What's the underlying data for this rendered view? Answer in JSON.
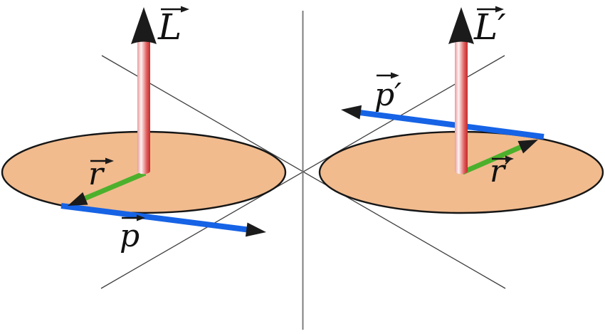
{
  "diagram": {
    "left": {
      "angular_momentum_label": "L",
      "position_label": "r",
      "momentum_label": "p"
    },
    "right": {
      "angular_momentum_label": "L′",
      "position_label": "r′",
      "momentum_label": "p′"
    }
  },
  "colors": {
    "disc_fill": "#f1bb8e",
    "position_vector_green": "#4cb02c",
    "momentum_vector_blue": "#1663e6",
    "rod_edge_pink": "#e89b9b",
    "rod_highlight": "#fdf2f2",
    "rod_mid_red": "#e06060",
    "rod_shadow_red": "#c62828",
    "arrow_black": "#1b1b1b",
    "construction_line_gray": "#3f3f3f",
    "mirror_line_gray": "#787878"
  }
}
